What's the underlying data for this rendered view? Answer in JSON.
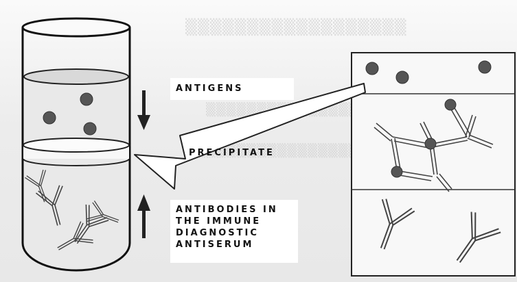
{
  "labels": {
    "antigens": "ANTIGENS",
    "precipitate": "PRECIPITATE",
    "antibodies": [
      "ANTIBODIES IN",
      "THE IMMUNE",
      "DIAGNOSTIC",
      "ANTISERUM"
    ]
  },
  "colors": {
    "antigen": "#555555",
    "antibody_outline": "#444444",
    "arrow": "#222222",
    "label_bg": "#ffffff"
  }
}
